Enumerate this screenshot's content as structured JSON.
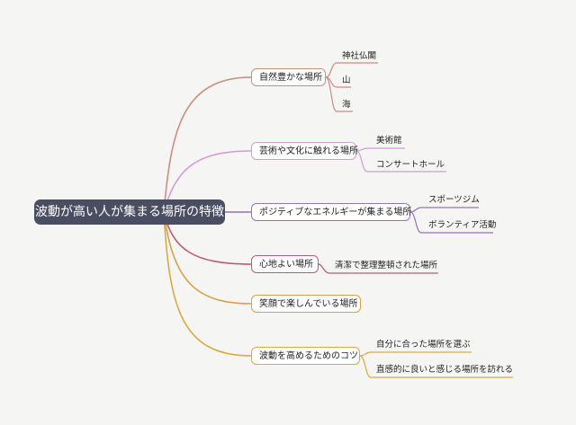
{
  "root": {
    "label": "波動が高い人が集まる場所の特徴"
  },
  "colors": {
    "root_bg": "#4a4e63",
    "branch_1": "#c98e80",
    "branch_2": "#d49bd6",
    "branch_3": "#9a72b8",
    "branch_4": "#bf5a76",
    "branch_5": "#d9a146",
    "branch_6": "#d9aa44"
  },
  "branches": [
    {
      "label": "自然豊かな場所",
      "children": [
        "神社仏閣",
        "山",
        "海"
      ]
    },
    {
      "label": "芸術や文化に触れる場所",
      "children": [
        "美術館",
        "コンサートホール"
      ]
    },
    {
      "label": "ポジティブなエネルギーが集まる場所",
      "children": [
        "スポーツジム",
        "ボランティア活動"
      ]
    },
    {
      "label": "心地よい場所",
      "children": [
        "清潔で整理整頓された場所"
      ]
    },
    {
      "label": "笑顔で楽しんでいる場所",
      "children": []
    },
    {
      "label": "波動を高めるためのコツ",
      "children": [
        "自分に合った場所を選ぶ",
        "直感的に良いと感じる場所を訪れる"
      ]
    }
  ]
}
